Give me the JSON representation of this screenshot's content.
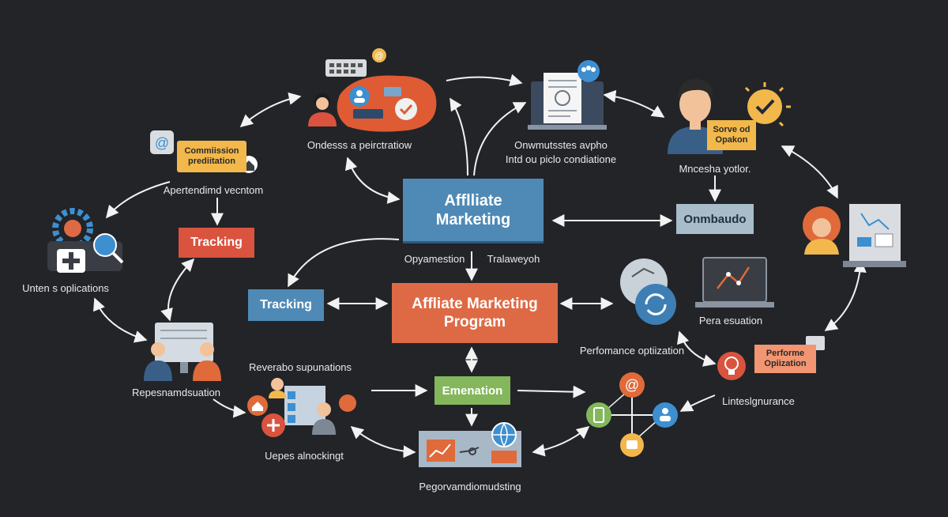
{
  "nodes": {
    "affiliate_marketing": "Afflliate\nMarketing",
    "affiliate_marketing_program": "Affliate Marketing\nProgram",
    "tracking_left": "Tracking",
    "tracking_center": "Tracking",
    "emenation": "Emenation",
    "onmbaudo": "Onmbaudo"
  },
  "notes": {
    "commission": "Commiission\nprediitation",
    "serve": "Sorve  od\nOpakon",
    "performance": "Performe\nOpiization"
  },
  "labels": {
    "ondess": "Ondesss a peirctratiow",
    "onwmuts_1": "Onwmutsstes avpho",
    "onwmuts_2": "Intd ou piclo condiatione",
    "mncesha": "Mncesha yotlor.",
    "apertend": "Apertendimd vecntom",
    "unten": "Unten s oplications",
    "opyamestion": "Opyamestion",
    "tralowey": "Tralaweyoh",
    "pera": "Pera esuation",
    "performance_optization": "Perfomance optiization",
    "reverabo": "Reverabo supunations",
    "repesn": "Repesnamdsuation",
    "lintesign": "Linteslgnurance",
    "uepes": "Uepes alnockingt",
    "pegorv": "Pegorvamdiomudsting"
  },
  "colors": {
    "background": "#222428",
    "blue_box": "#4f8ab6",
    "orange_box": "#de6a45",
    "red_box": "#d9533e",
    "green_box": "#84b75c",
    "gray_box": "#a8bcc9",
    "yellow_note": "#f2b84b",
    "salmon_note": "#f29572"
  }
}
